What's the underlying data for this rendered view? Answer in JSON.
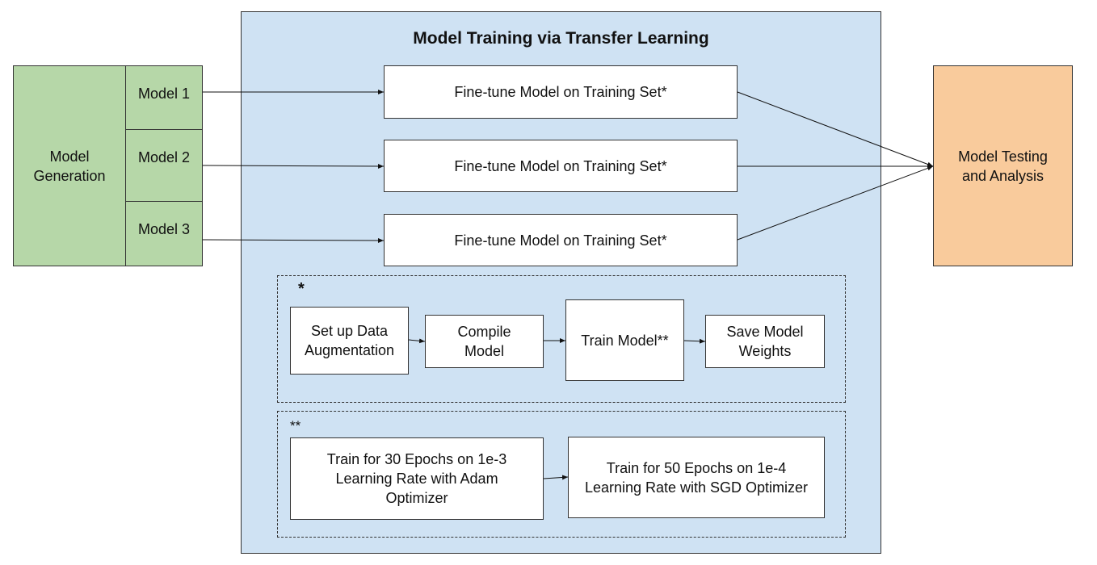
{
  "title": "Model Training via Transfer Learning",
  "generation": {
    "label": "Model Generation",
    "models": [
      "Model 1",
      "Model 2",
      "Model 3"
    ]
  },
  "finetune": [
    "Fine-tune Model on Training Set*",
    "Fine-tune Model on Training Set*",
    "Fine-tune Model on Training Set*"
  ],
  "testing": {
    "label": "Model Testing and Analysis"
  },
  "footnote1": {
    "marker": "*",
    "steps": [
      "Set up Data Augmentation",
      "Compile Model",
      "Train Model**",
      "Save Model Weights"
    ]
  },
  "footnote2": {
    "marker": "**",
    "steps": [
      "Train for 30 Epochs on 1e-3 Learning Rate with Adam Optimizer",
      "Train for 50 Epochs on 1e-4 Learning Rate with SGD Optimizer"
    ]
  },
  "colors": {
    "container": "#cfe2f3",
    "generation": "#b6d7a8",
    "testing": "#f9cb9c"
  }
}
